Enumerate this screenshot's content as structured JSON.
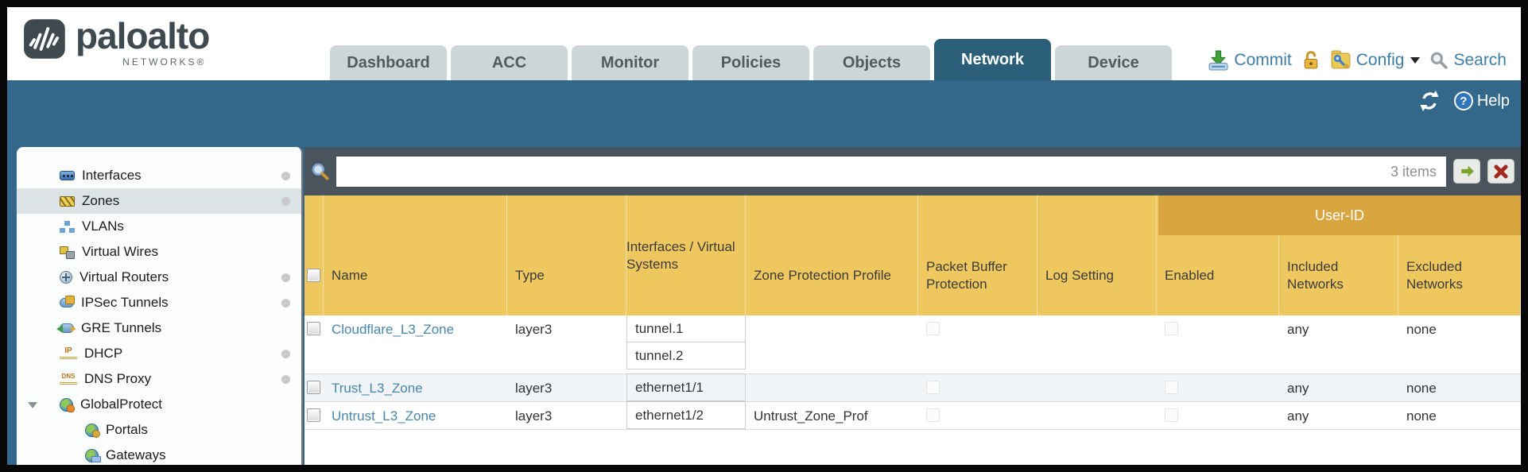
{
  "brand": {
    "name": "paloalto",
    "sub": "NETWORKS®",
    "logo_icon": "paloalto-logo-icon"
  },
  "tabs": [
    {
      "label": "Dashboard",
      "active": false
    },
    {
      "label": "ACC",
      "active": false
    },
    {
      "label": "Monitor",
      "active": false
    },
    {
      "label": "Policies",
      "active": false
    },
    {
      "label": "Objects",
      "active": false
    },
    {
      "label": "Network",
      "active": true
    },
    {
      "label": "Device",
      "active": false
    }
  ],
  "toolbar": {
    "commit_label": "Commit",
    "config_label": "Config",
    "search_label": "Search",
    "icons": [
      "commit-icon",
      "lock-icon",
      "config-icon",
      "caret-down-icon",
      "search-icon"
    ]
  },
  "band": {
    "help_label": "Help",
    "help_glyph": "?",
    "icons": [
      "refresh-icon",
      "help-icon"
    ]
  },
  "sidebar": {
    "items": [
      {
        "label": "Interfaces",
        "icon": "interfaces-icon",
        "dot": true,
        "selected": false
      },
      {
        "label": "Zones",
        "icon": "zones-icon",
        "dot": true,
        "selected": true
      },
      {
        "label": "VLANs",
        "icon": "vlans-icon",
        "dot": false,
        "selected": false
      },
      {
        "label": "Virtual Wires",
        "icon": "virtual-wires-icon",
        "dot": false,
        "selected": false
      },
      {
        "label": "Virtual Routers",
        "icon": "virtual-routers-icon",
        "dot": true,
        "selected": false
      },
      {
        "label": "IPSec Tunnels",
        "icon": "ipsec-tunnels-icon",
        "dot": true,
        "selected": false
      },
      {
        "label": "GRE Tunnels",
        "icon": "gre-tunnels-icon",
        "dot": false,
        "selected": false
      },
      {
        "label": "DHCP",
        "icon": "dhcp-icon",
        "glyph": "IP",
        "dot": true,
        "selected": false
      },
      {
        "label": "DNS Proxy",
        "icon": "dns-proxy-icon",
        "glyph": "DNS",
        "dot": true,
        "selected": false
      },
      {
        "label": "GlobalProtect",
        "icon": "globalprotect-icon",
        "dot": false,
        "selected": false,
        "expanded": true
      },
      {
        "label": "Portals",
        "icon": "portals-icon",
        "dot": false,
        "selected": false,
        "child": true
      },
      {
        "label": "Gateways",
        "icon": "gateways-icon",
        "dot": false,
        "selected": false,
        "child": true
      }
    ]
  },
  "filterbar": {
    "value": "",
    "count": "3 items",
    "icons": [
      "magnifier-icon",
      "apply-filter-arrow-icon",
      "clear-filter-x-icon"
    ]
  },
  "table": {
    "group_header": "User-ID",
    "headers": {
      "name": "Name",
      "type": "Type",
      "interfaces": "Interfaces / Virtual Systems",
      "zpp": "Zone Protection Profile",
      "pbp": "Packet Buffer Protection",
      "log": "Log Setting",
      "enabled": "Enabled",
      "included": "Included Networks",
      "excluded": "Excluded Networks"
    },
    "rows": [
      {
        "name": "Cloudflare_L3_Zone",
        "type": "layer3",
        "interfaces": [
          "tunnel.1",
          "tunnel.2"
        ],
        "zone_protection_profile": "",
        "log_setting": "",
        "pbp_checked": false,
        "enabled_checked": false,
        "included_networks": "any",
        "excluded_networks": "none"
      },
      {
        "name": "Trust_L3_Zone",
        "type": "layer3",
        "interfaces": [
          "ethernet1/1"
        ],
        "zone_protection_profile": "",
        "log_setting": "",
        "pbp_checked": false,
        "enabled_checked": false,
        "included_networks": "any",
        "excluded_networks": "none"
      },
      {
        "name": "Untrust_L3_Zone",
        "type": "layer3",
        "interfaces": [
          "ethernet1/2"
        ],
        "zone_protection_profile": "Untrust_Zone_Prof",
        "log_setting": "",
        "pbp_checked": false,
        "enabled_checked": false,
        "included_networks": "any",
        "excluded_networks": "none"
      }
    ]
  },
  "colors": {
    "teal_band": "#33688b",
    "active_tab": "#2b5e78",
    "header_gold": "#eec75f",
    "group_gold": "#d8a53e",
    "link_blue": "#4787aa",
    "toolbar_blue": "#3d7ea6",
    "filterbar_gray": "#4a545c"
  }
}
